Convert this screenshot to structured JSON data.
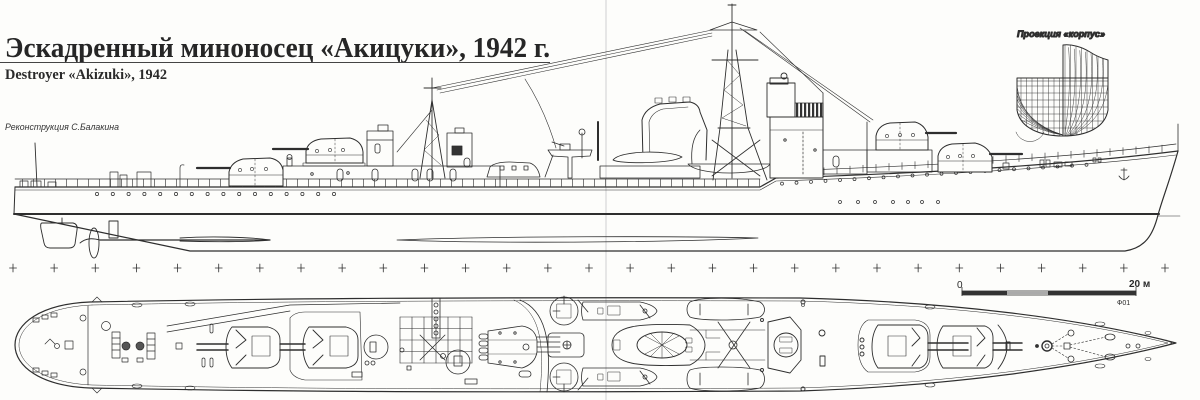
{
  "title": {
    "ru": "Эскадренный миноносец «Акицуки», 1942 г.",
    "en": "Destroyer «Akizuki», 1942"
  },
  "credit": "Реконструкция С.Балакина",
  "body_plan": {
    "label": "Проекция «корпус»"
  },
  "scale_bar": {
    "start_label": "0",
    "end_label": "20 м",
    "code": "Ф01"
  },
  "views": [
    {
      "name": "side-profile"
    },
    {
      "name": "plan-view"
    },
    {
      "name": "body-plan"
    }
  ],
  "station_markers": {
    "count": 29,
    "symbol": "+"
  },
  "colors": {
    "ink": "#2e2e2e",
    "paper": "#fdfdfb",
    "page_fold": "#e6e6e6"
  }
}
